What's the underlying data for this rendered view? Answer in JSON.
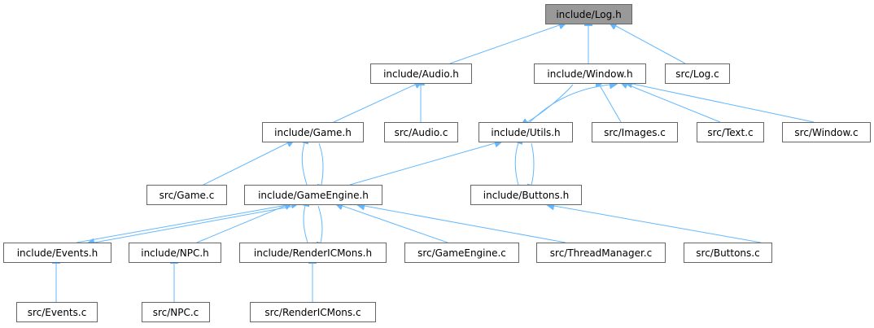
{
  "graph": {
    "nodes": {
      "log_h": "include/Log.h",
      "audio_h": "include/Audio.h",
      "window_h": "include/Window.h",
      "log_c": "src/Log.c",
      "game_h": "include/Game.h",
      "audio_c": "src/Audio.c",
      "utils_h": "include/Utils.h",
      "images_c": "src/Images.c",
      "text_c": "src/Text.c",
      "window_c": "src/Window.c",
      "game_c": "src/Game.c",
      "gameengine_h": "include/GameEngine.h",
      "buttons_h": "include/Buttons.h",
      "events_h": "include/Events.h",
      "npc_h": "include/NPC.h",
      "rendericmons_h": "include/RenderICMons.h",
      "gameengine_c": "src/GameEngine.c",
      "threadmanager_c": "src/ThreadManager.c",
      "buttons_c": "src/Buttons.c",
      "events_c": "src/Events.c",
      "npc_c": "src/NPC.c",
      "rendericmons_c": "src/RenderICMons.c"
    },
    "highlighted": "log_h",
    "edges": [
      [
        "audio_h",
        "log_h"
      ],
      [
        "window_h",
        "log_h"
      ],
      [
        "log_c",
        "log_h"
      ],
      [
        "game_h",
        "audio_h"
      ],
      [
        "audio_c",
        "audio_h"
      ],
      [
        "utils_h",
        "window_h"
      ],
      [
        "window_h",
        "utils_h"
      ],
      [
        "images_c",
        "window_h"
      ],
      [
        "text_c",
        "window_h"
      ],
      [
        "window_c",
        "window_h"
      ],
      [
        "game_c",
        "game_h"
      ],
      [
        "gameengine_h",
        "game_h"
      ],
      [
        "game_h",
        "gameengine_h"
      ],
      [
        "gameengine_h",
        "utils_h"
      ],
      [
        "buttons_h",
        "utils_h"
      ],
      [
        "utils_h",
        "buttons_h"
      ],
      [
        "buttons_c",
        "buttons_h"
      ],
      [
        "events_h",
        "gameengine_h"
      ],
      [
        "gameengine_h",
        "events_h"
      ],
      [
        "npc_h",
        "gameengine_h"
      ],
      [
        "rendericmons_h",
        "gameengine_h"
      ],
      [
        "gameengine_h",
        "rendericmons_h"
      ],
      [
        "gameengine_c",
        "gameengine_h"
      ],
      [
        "threadmanager_c",
        "gameengine_h"
      ],
      [
        "events_c",
        "events_h"
      ],
      [
        "npc_c",
        "npc_h"
      ],
      [
        "rendericmons_c",
        "rendericmons_h"
      ]
    ],
    "colors": {
      "edge": "#63b8ff",
      "node_border": "#666666",
      "node_fill": "#ffffff",
      "highlight_fill": "#999999"
    }
  }
}
